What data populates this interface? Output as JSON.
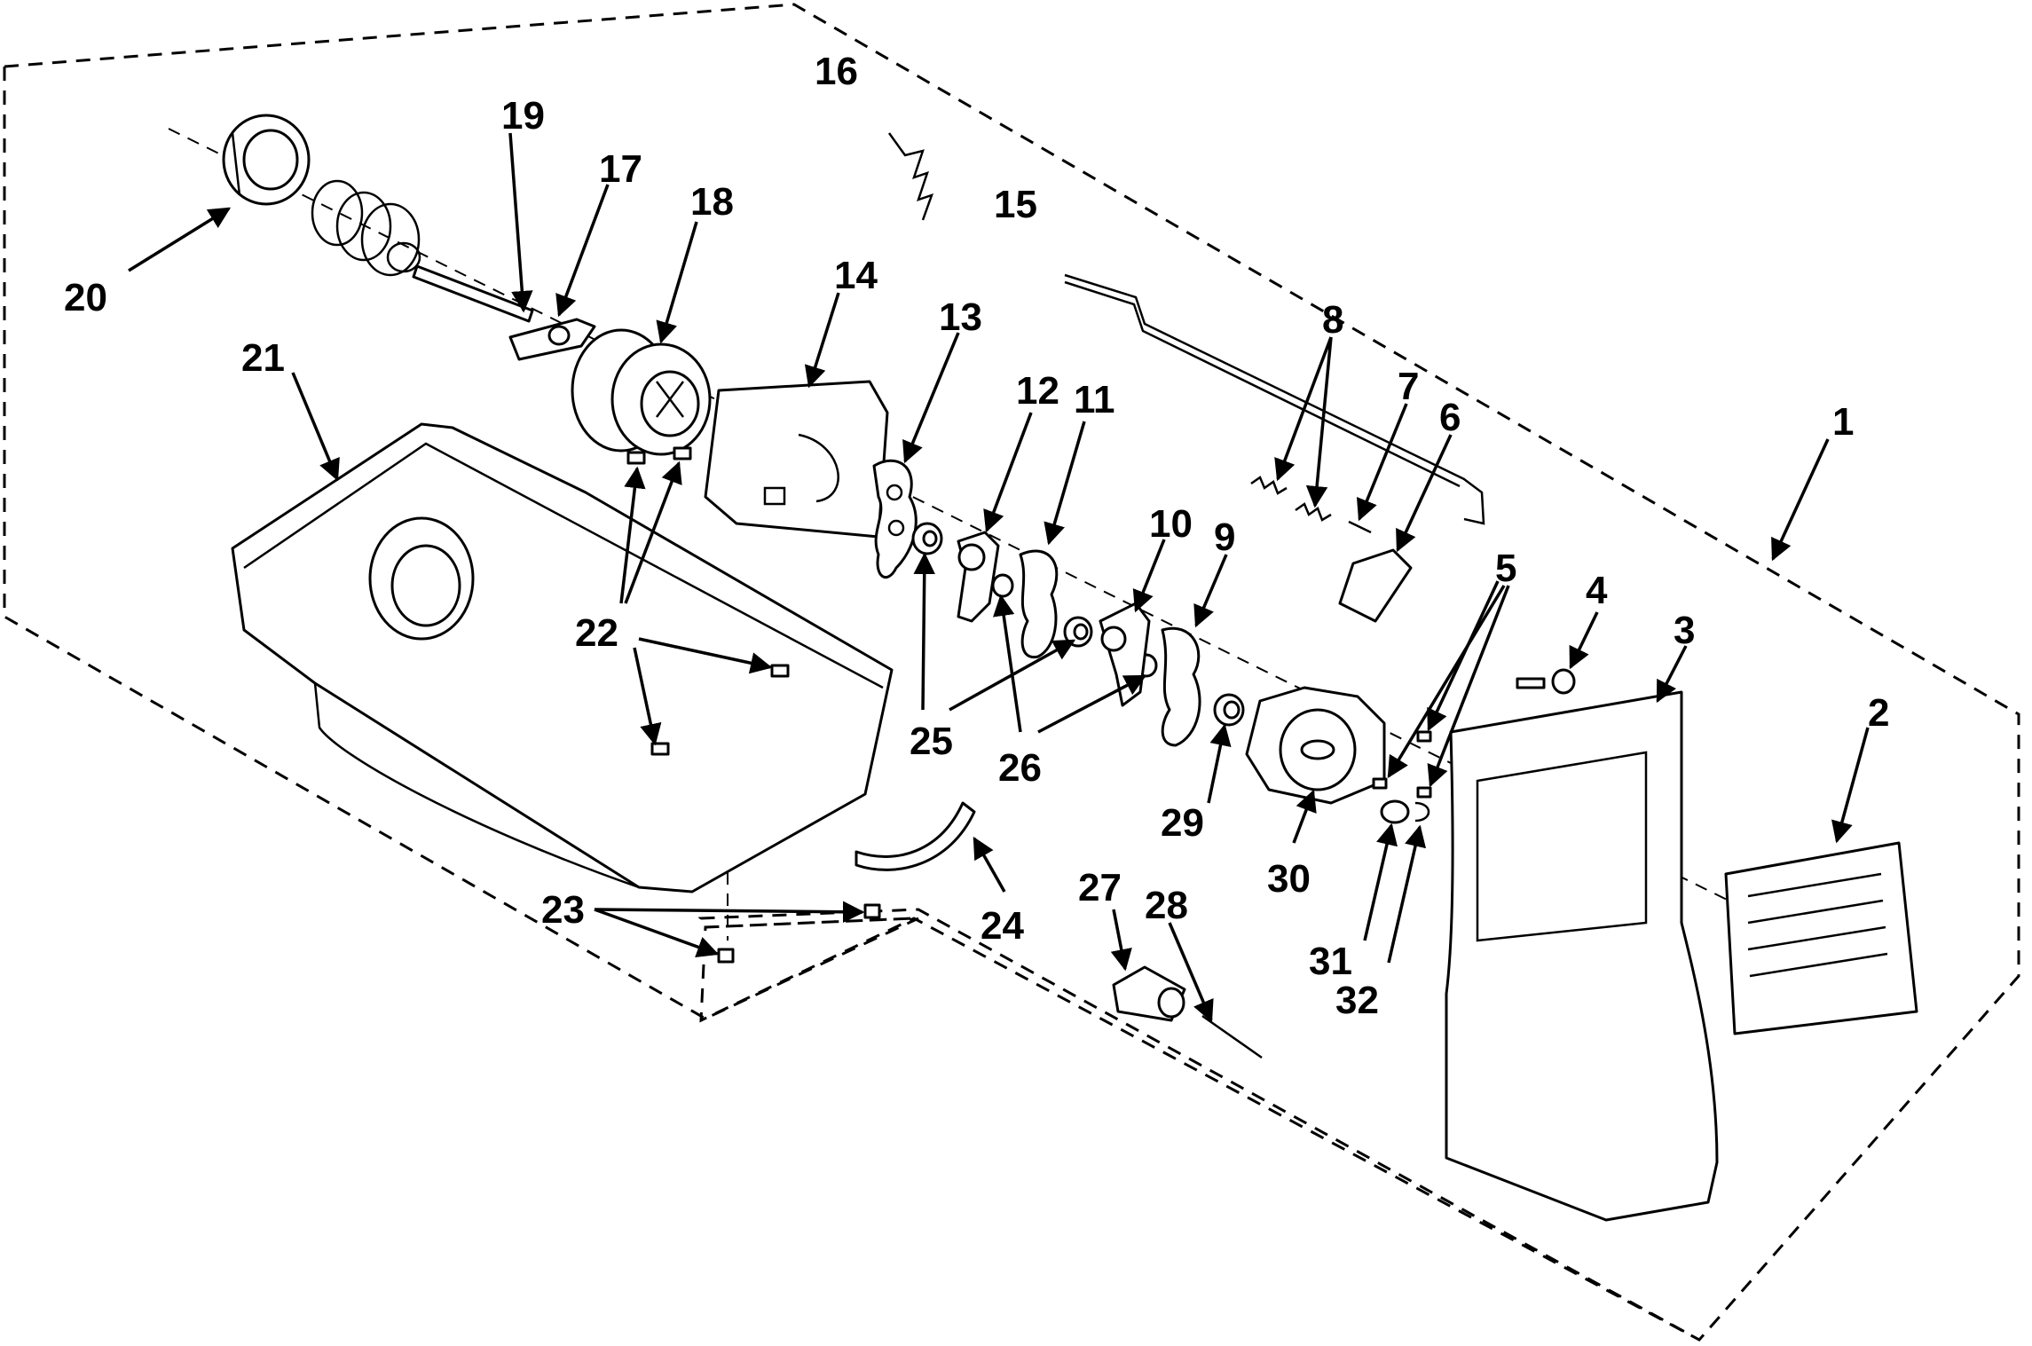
{
  "diagram": {
    "callouts": [
      "1",
      "2",
      "3",
      "4",
      "5",
      "6",
      "7",
      "8",
      "9",
      "10",
      "11",
      "12",
      "13",
      "14",
      "15",
      "16",
      "17",
      "18",
      "19",
      "20",
      "21",
      "22",
      "23",
      "24",
      "25",
      "26",
      "27",
      "28",
      "29",
      "30",
      "31",
      "32"
    ],
    "colors": {
      "line": "#000000",
      "background": "#ffffff"
    }
  }
}
